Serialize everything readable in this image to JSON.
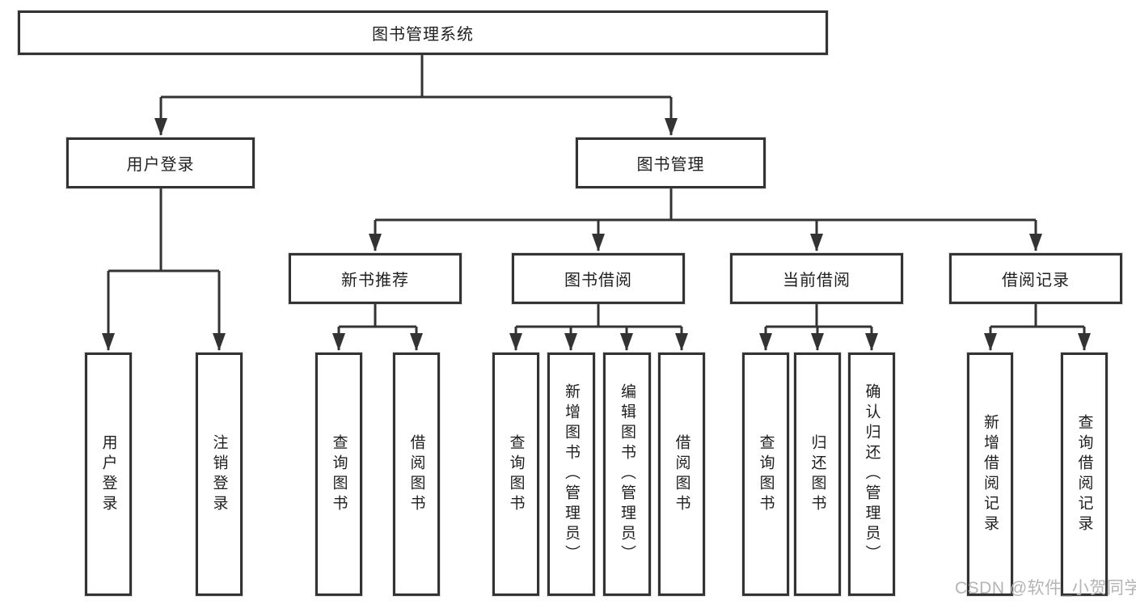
{
  "colors": {
    "line": "#333333",
    "text": "#1f1f1f",
    "watermark": "#b4b4b4",
    "background": "#ffffff"
  },
  "watermark": "CSDN @软件_小贺同学",
  "tree": {
    "label": "图书管理系统",
    "children": [
      {
        "label": "用户登录",
        "children": [
          {
            "label": "用户登录"
          },
          {
            "label": "注销登录"
          }
        ]
      },
      {
        "label": "图书管理",
        "children": [
          {
            "label": "新书推荐",
            "children": [
              {
                "label": "查询图书"
              },
              {
                "label": "借阅图书"
              }
            ]
          },
          {
            "label": "图书借阅",
            "children": [
              {
                "label": "查询图书"
              },
              {
                "label": "新增图书（管理员）"
              },
              {
                "label": "编辑图书（管理员）"
              },
              {
                "label": "借阅图书"
              }
            ]
          },
          {
            "label": "当前借阅",
            "children": [
              {
                "label": "查询图书"
              },
              {
                "label": "归还图书"
              },
              {
                "label": "确认归还（管理员）"
              }
            ]
          },
          {
            "label": "借阅记录",
            "children": [
              {
                "label": "新增借阅记录"
              },
              {
                "label": "查询借阅记录"
              }
            ]
          }
        ]
      }
    ]
  }
}
